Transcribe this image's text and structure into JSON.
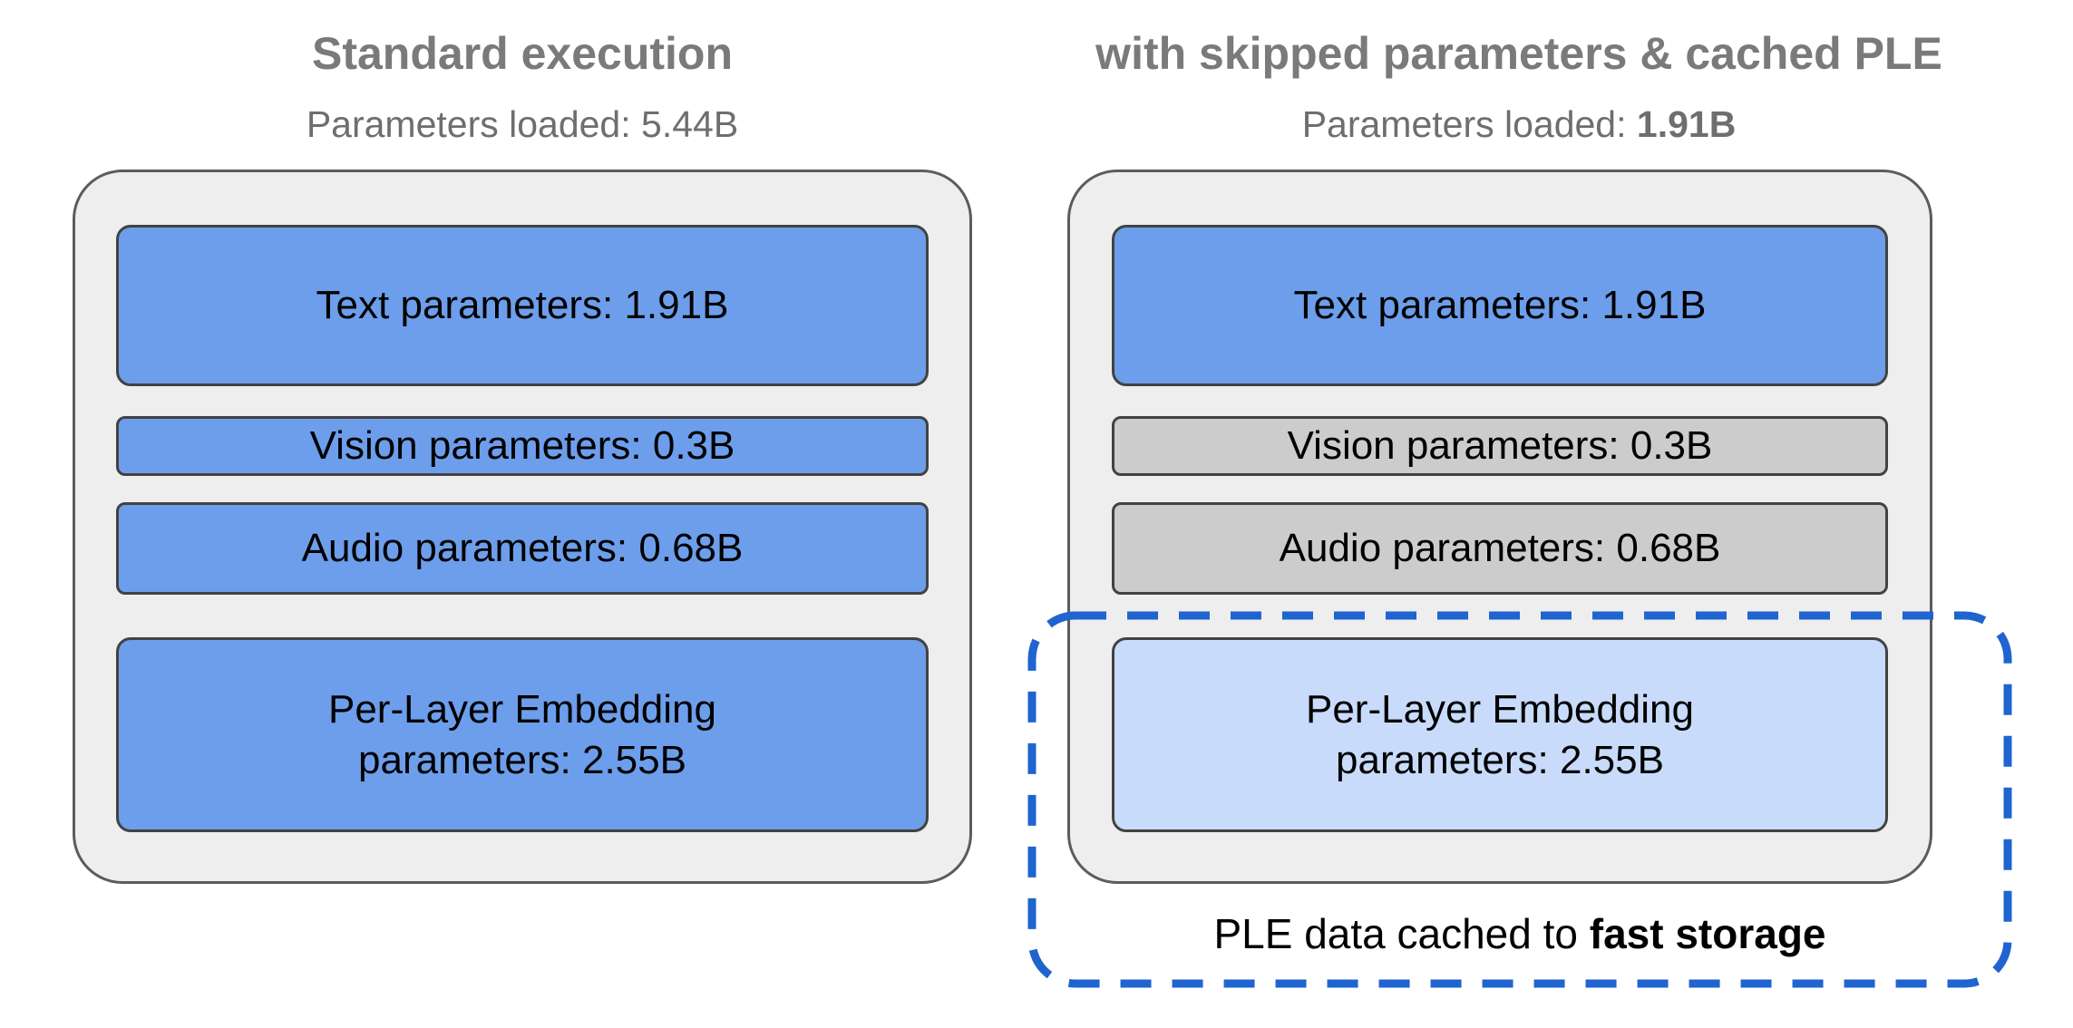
{
  "diagram": {
    "left_panel": {
      "title": "Standard execution",
      "subtitle_prefix": "Parameters loaded: ",
      "subtitle_value": "5.44B",
      "bars": {
        "text": {
          "label": "Text parameters: 1.91B",
          "state": "loaded"
        },
        "vision": {
          "label": "Vision parameters: 0.3B",
          "state": "loaded"
        },
        "audio": {
          "label": "Audio parameters: 0.68B",
          "state": "loaded"
        },
        "ple": {
          "label_line1": "Per-Layer Embedding",
          "label_line2": "parameters: 2.55B",
          "state": "loaded"
        }
      }
    },
    "right_panel": {
      "title": "with skipped parameters & cached PLE",
      "subtitle_prefix": "Parameters loaded: ",
      "subtitle_value": "1.91B",
      "bars": {
        "text": {
          "label": "Text parameters: 1.91B",
          "state": "loaded"
        },
        "vision": {
          "label": "Vision parameters: 0.3B",
          "state": "skipped"
        },
        "audio": {
          "label": "Audio parameters: 0.68B",
          "state": "skipped"
        },
        "ple": {
          "label_line1": "Per-Layer Embedding",
          "label_line2": "parameters: 2.55B",
          "state": "cached"
        }
      },
      "cache_note_prefix": "PLE data cached to ",
      "cache_note_bold": "fast storage"
    },
    "colors": {
      "loaded_blue": "#6d9eeb",
      "skipped_gray": "#cccccc",
      "cached_light_blue": "#c9dbfb",
      "container_fill": "#eeeeee",
      "container_border": "#5c5c5c",
      "bar_border": "#424242",
      "dashed_blue": "#2064cf",
      "heading_gray": "#7a7a7a"
    }
  }
}
